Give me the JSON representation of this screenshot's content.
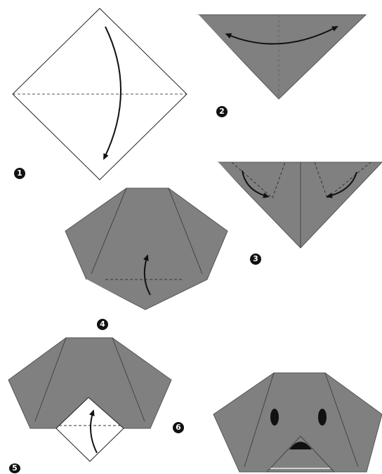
{
  "colors": {
    "paper": "#808080",
    "paper_edge": "#5e5e5e",
    "line": "#111111",
    "blank": "#ffffff"
  },
  "steps": [
    {
      "number": "1"
    },
    {
      "number": "2"
    },
    {
      "number": "3"
    },
    {
      "number": "4"
    },
    {
      "number": "5"
    },
    {
      "number": "6"
    }
  ]
}
